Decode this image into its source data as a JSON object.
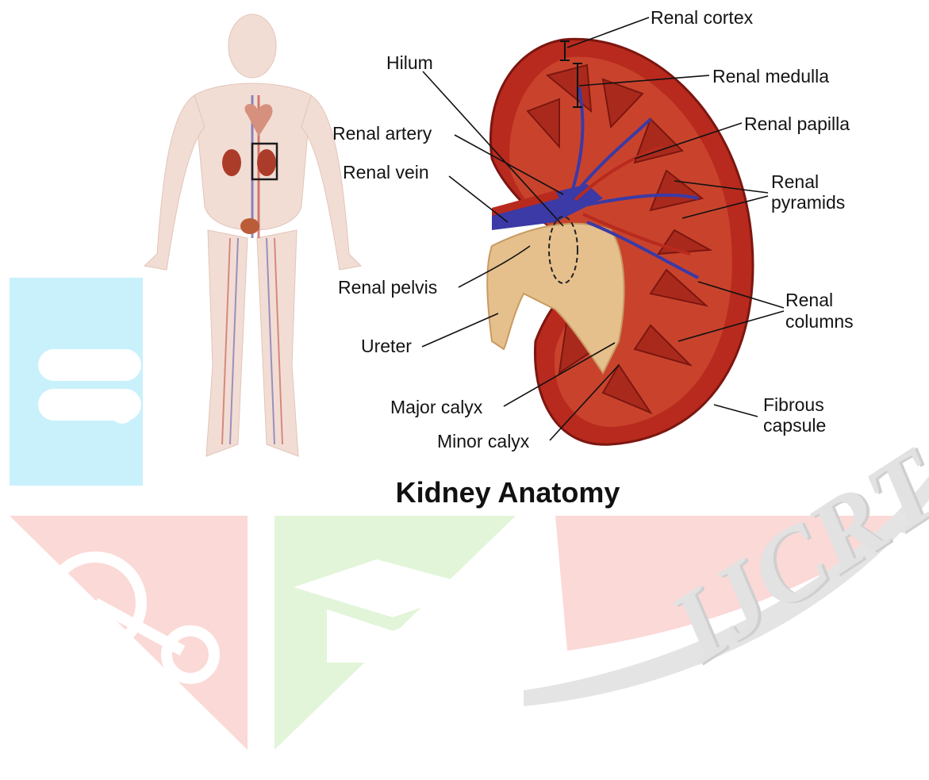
{
  "labels": {
    "renal_cortex": "Renal cortex",
    "renal_medulla": "Renal medulla",
    "hilum": "Hilum",
    "renal_papilla": "Renal papilla",
    "renal_artery": "Renal artery",
    "renal_vein": "Renal vein",
    "renal_pyramids_1": "Renal",
    "renal_pyramids_2": "pyramids",
    "renal_pelvis": "Renal pelvis",
    "renal_columns_1": "Renal",
    "renal_columns_2": "columns",
    "ureter": "Ureter",
    "major_calyx": "Major calyx",
    "fibrous_capsule_1": "Fibrous",
    "fibrous_capsule_2": "capsule",
    "minor_calyx": "Minor calyx"
  },
  "title": "Kidney Anatomy",
  "watermark": {
    "text": "IJCRT",
    "colors": {
      "cyan": "#c9f1fb",
      "red": "#fbd9d6",
      "green": "#e2f5d9",
      "grey": "#e4e4e4"
    }
  },
  "colors": {
    "tissue_red": "#b82a1e",
    "tissue_dark": "#7c1610",
    "pelvis_tan": "#e6c08c",
    "vein_blue": "#3b3aa6",
    "body_skin": "#f2dcd2"
  }
}
